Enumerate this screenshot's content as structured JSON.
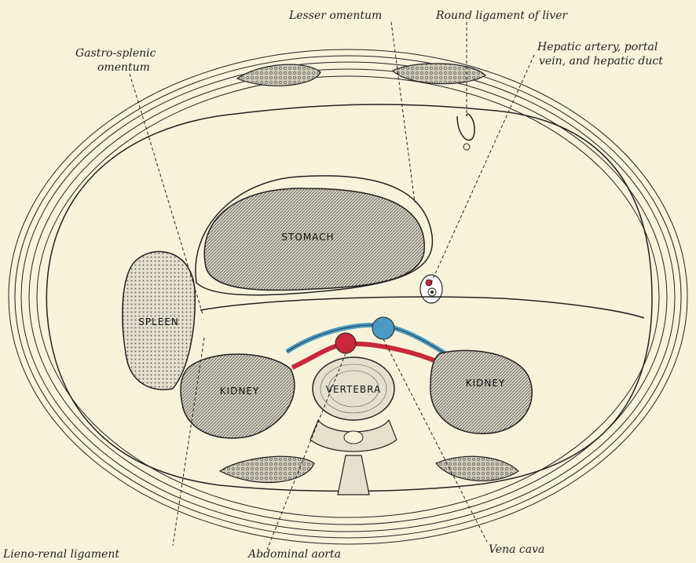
{
  "labels": {
    "lesser_omentum": "Lesser omentum",
    "round_ligament": "Round ligament of liver",
    "gastro_splenic_1": "Gastro-splenic",
    "gastro_splenic_2": "omentum",
    "hepatic_1": "Hepatic artery, portal",
    "hepatic_2": "vein, and hepatic duct",
    "lieno_renal": "Lieno-renal ligament",
    "abdominal_aorta": "Abdominal aorta",
    "vena_cava": "Vena cava"
  },
  "organs": {
    "stomach": "STOMACH",
    "spleen": "SPLEEN",
    "kidney_left": "KIDNEY",
    "kidney_right": "KIDNEY",
    "vertebra": "VERTEBRA"
  },
  "colors": {
    "background": "#f7f3da",
    "line": "#222222",
    "artery": "#c8283a",
    "vein": "#4a9ac4",
    "organ_fill": "#b9b6a8"
  }
}
